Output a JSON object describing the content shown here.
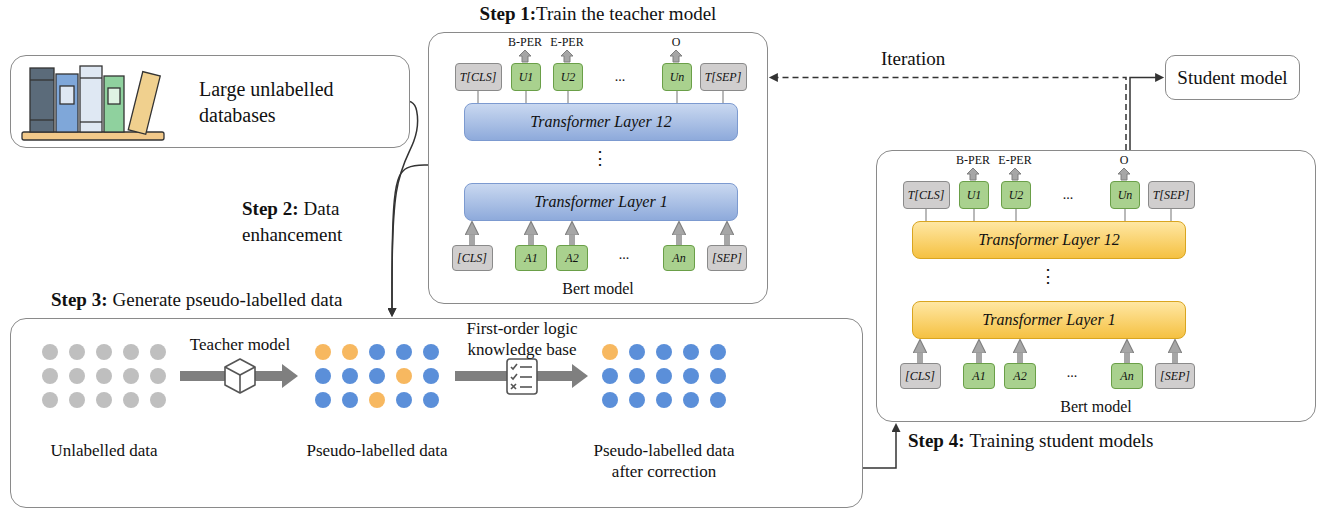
{
  "diagram": {
    "nodes": [
      {
        "text": [
          "Large unlabelled databases"
        ]
      },
      {
        "text": [
          "Step 1:",
          "Train the teacher model",
          "Bert model"
        ]
      },
      {
        "text": [
          "T[CLS]"
        ],
        "in": 1
      },
      {
        "text": [
          "U1"
        ],
        "in": 1
      },
      {
        "text": [
          "U2"
        ],
        "in": 1
      },
      {
        "text": [
          "Un"
        ],
        "in": 1
      },
      {
        "text": [
          "T[SEP]"
        ],
        "in": 1
      },
      {
        "text": [
          "Transformer Layer 12"
        ],
        "in": 1
      },
      {
        "text": [
          "Transformer Layer 1"
        ],
        "in": 1
      },
      {
        "text": [
          "[CLS]"
        ],
        "in": 1
      },
      {
        "text": [
          "A1"
        ],
        "in": 1
      },
      {
        "text": [
          "A2"
        ],
        "in": 1
      },
      {
        "text": [
          "An"
        ],
        "in": 1
      },
      {
        "text": [
          "[SEP]"
        ],
        "in": 1
      },
      {
        "text": [
          "Student model"
        ]
      },
      {
        "text": [
          "Bert model"
        ]
      },
      {
        "text": [
          "T[CLS]"
        ],
        "in": 15
      },
      {
        "text": [
          "U1"
        ],
        "in": 15
      },
      {
        "text": [
          "U2"
        ],
        "in": 15
      },
      {
        "text": [
          "Un"
        ],
        "in": 15
      },
      {
        "text": [
          "T[SEP]"
        ],
        "in": 15
      },
      {
        "text": [
          "Transformer Layer 12"
        ],
        "in": 15
      },
      {
        "text": [
          "Transformer Layer 1"
        ],
        "in": 15
      },
      {
        "text": [
          "[CLS]"
        ],
        "in": 15
      },
      {
        "text": [
          "A1"
        ],
        "in": 15
      },
      {
        "text": [
          "A2"
        ],
        "in": 15
      },
      {
        "text": [
          "An"
        ],
        "in": 15
      },
      {
        "text": [
          "[SEP]"
        ],
        "in": 15
      },
      {
        "text": [
          "Step 3:",
          "Generate pseudo-labelled data"
        ]
      }
    ],
    "edges": [
      {
        "from": 9,
        "to": 8,
        "arrow": "to"
      },
      {
        "from": 10,
        "to": 8,
        "arrow": "to"
      },
      {
        "from": 11,
        "to": 8,
        "arrow": "to"
      },
      {
        "from": 12,
        "to": 8,
        "arrow": "to"
      },
      {
        "from": 13,
        "to": 8,
        "arrow": "to"
      },
      {
        "from": 7,
        "to": 2,
        "arrow": "none"
      },
      {
        "from": 7,
        "to": 3,
        "arrow": "none"
      },
      {
        "from": 7,
        "to": 4,
        "arrow": "none"
      },
      {
        "from": 7,
        "to": 5,
        "arrow": "none"
      },
      {
        "from": 7,
        "to": 6,
        "arrow": "none"
      },
      {
        "from": 23,
        "to": 22,
        "arrow": "to"
      },
      {
        "from": 24,
        "to": 22,
        "arrow": "to"
      },
      {
        "from": 25,
        "to": 22,
        "arrow": "to"
      },
      {
        "from": 26,
        "to": 22,
        "arrow": "to"
      },
      {
        "from": 27,
        "to": 22,
        "arrow": "to"
      },
      {
        "from": 21,
        "to": 16,
        "arrow": "none"
      },
      {
        "from": 21,
        "to": 17,
        "arrow": "none"
      },
      {
        "from": 21,
        "to": 18,
        "arrow": "none"
      },
      {
        "from": 21,
        "to": 19,
        "arrow": "none"
      },
      {
        "from": 21,
        "to": 20,
        "arrow": "none"
      },
      {
        "from": 0,
        "to": 28,
        "arrow": "to"
      },
      {
        "from": 1,
        "to": 28,
        "arrow": "to"
      },
      {
        "from": 28,
        "to": 15,
        "arrow": "to"
      },
      {
        "from": 15,
        "to": 14,
        "arrow": "to"
      },
      {
        "from": 15,
        "to": 1,
        "label": "Iteration",
        "arrow": "to"
      }
    ],
    "labels": [
      "B-PER",
      "E-PER",
      "...",
      "O",
      "⋮",
      "...",
      "B-PER",
      "E-PER",
      "...",
      "O",
      "⋮",
      "...",
      "Step 2:",
      "Data enhancement",
      "Teacher model",
      "First-order logic knowledge base",
      "Unlabelled data",
      "Pseudo-labelled data",
      "Pseudo-labelled data after correction",
      "Step 4:",
      "Training student models"
    ]
  }
}
